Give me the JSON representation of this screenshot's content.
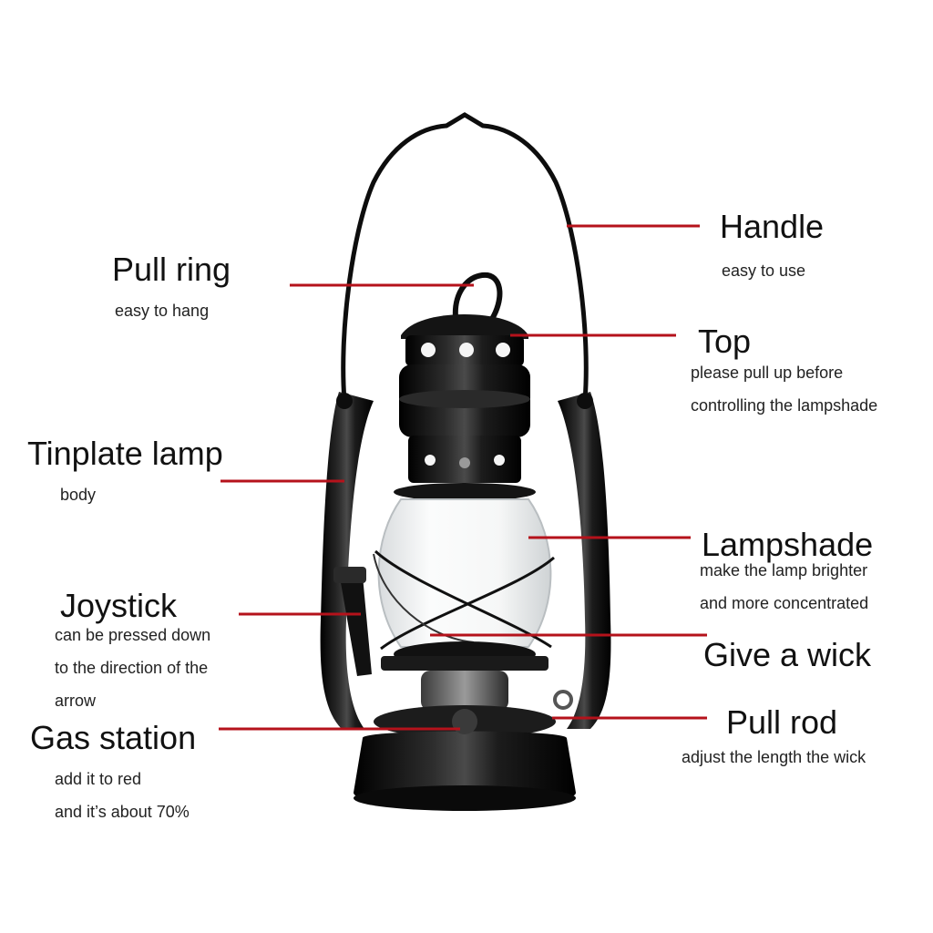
{
  "colors": {
    "leader_line": "#b5121b",
    "lantern_body": "#0d0d0d",
    "lantern_highlight": "#5a5a5a",
    "glass": "#f2f4f5",
    "background": "#ffffff"
  },
  "labels": {
    "handle": {
      "title": "Handle",
      "desc": [
        "easy to use"
      ]
    },
    "pull_ring": {
      "title": "Pull ring",
      "desc": [
        "easy to hang"
      ]
    },
    "top": {
      "title": "Top",
      "desc": [
        "please pull up before",
        "controlling the lampshade"
      ]
    },
    "tinplate": {
      "title": "Tinplate lamp",
      "desc": [
        "body"
      ]
    },
    "lampshade": {
      "title": "Lampshade",
      "desc": [
        "make the lamp brighter",
        "and more concentrated"
      ]
    },
    "joystick": {
      "title": "Joystick",
      "desc": [
        "can be pressed down",
        "to the direction of the",
        "arrow"
      ]
    },
    "wick": {
      "title": "Give a wick",
      "desc": []
    },
    "gas_station": {
      "title": "Gas station",
      "desc": [
        "add it to red",
        "and it’s about 70%"
      ]
    },
    "pull_rod": {
      "title": "Pull rod",
      "desc": [
        "adjust the length the wick"
      ]
    }
  }
}
